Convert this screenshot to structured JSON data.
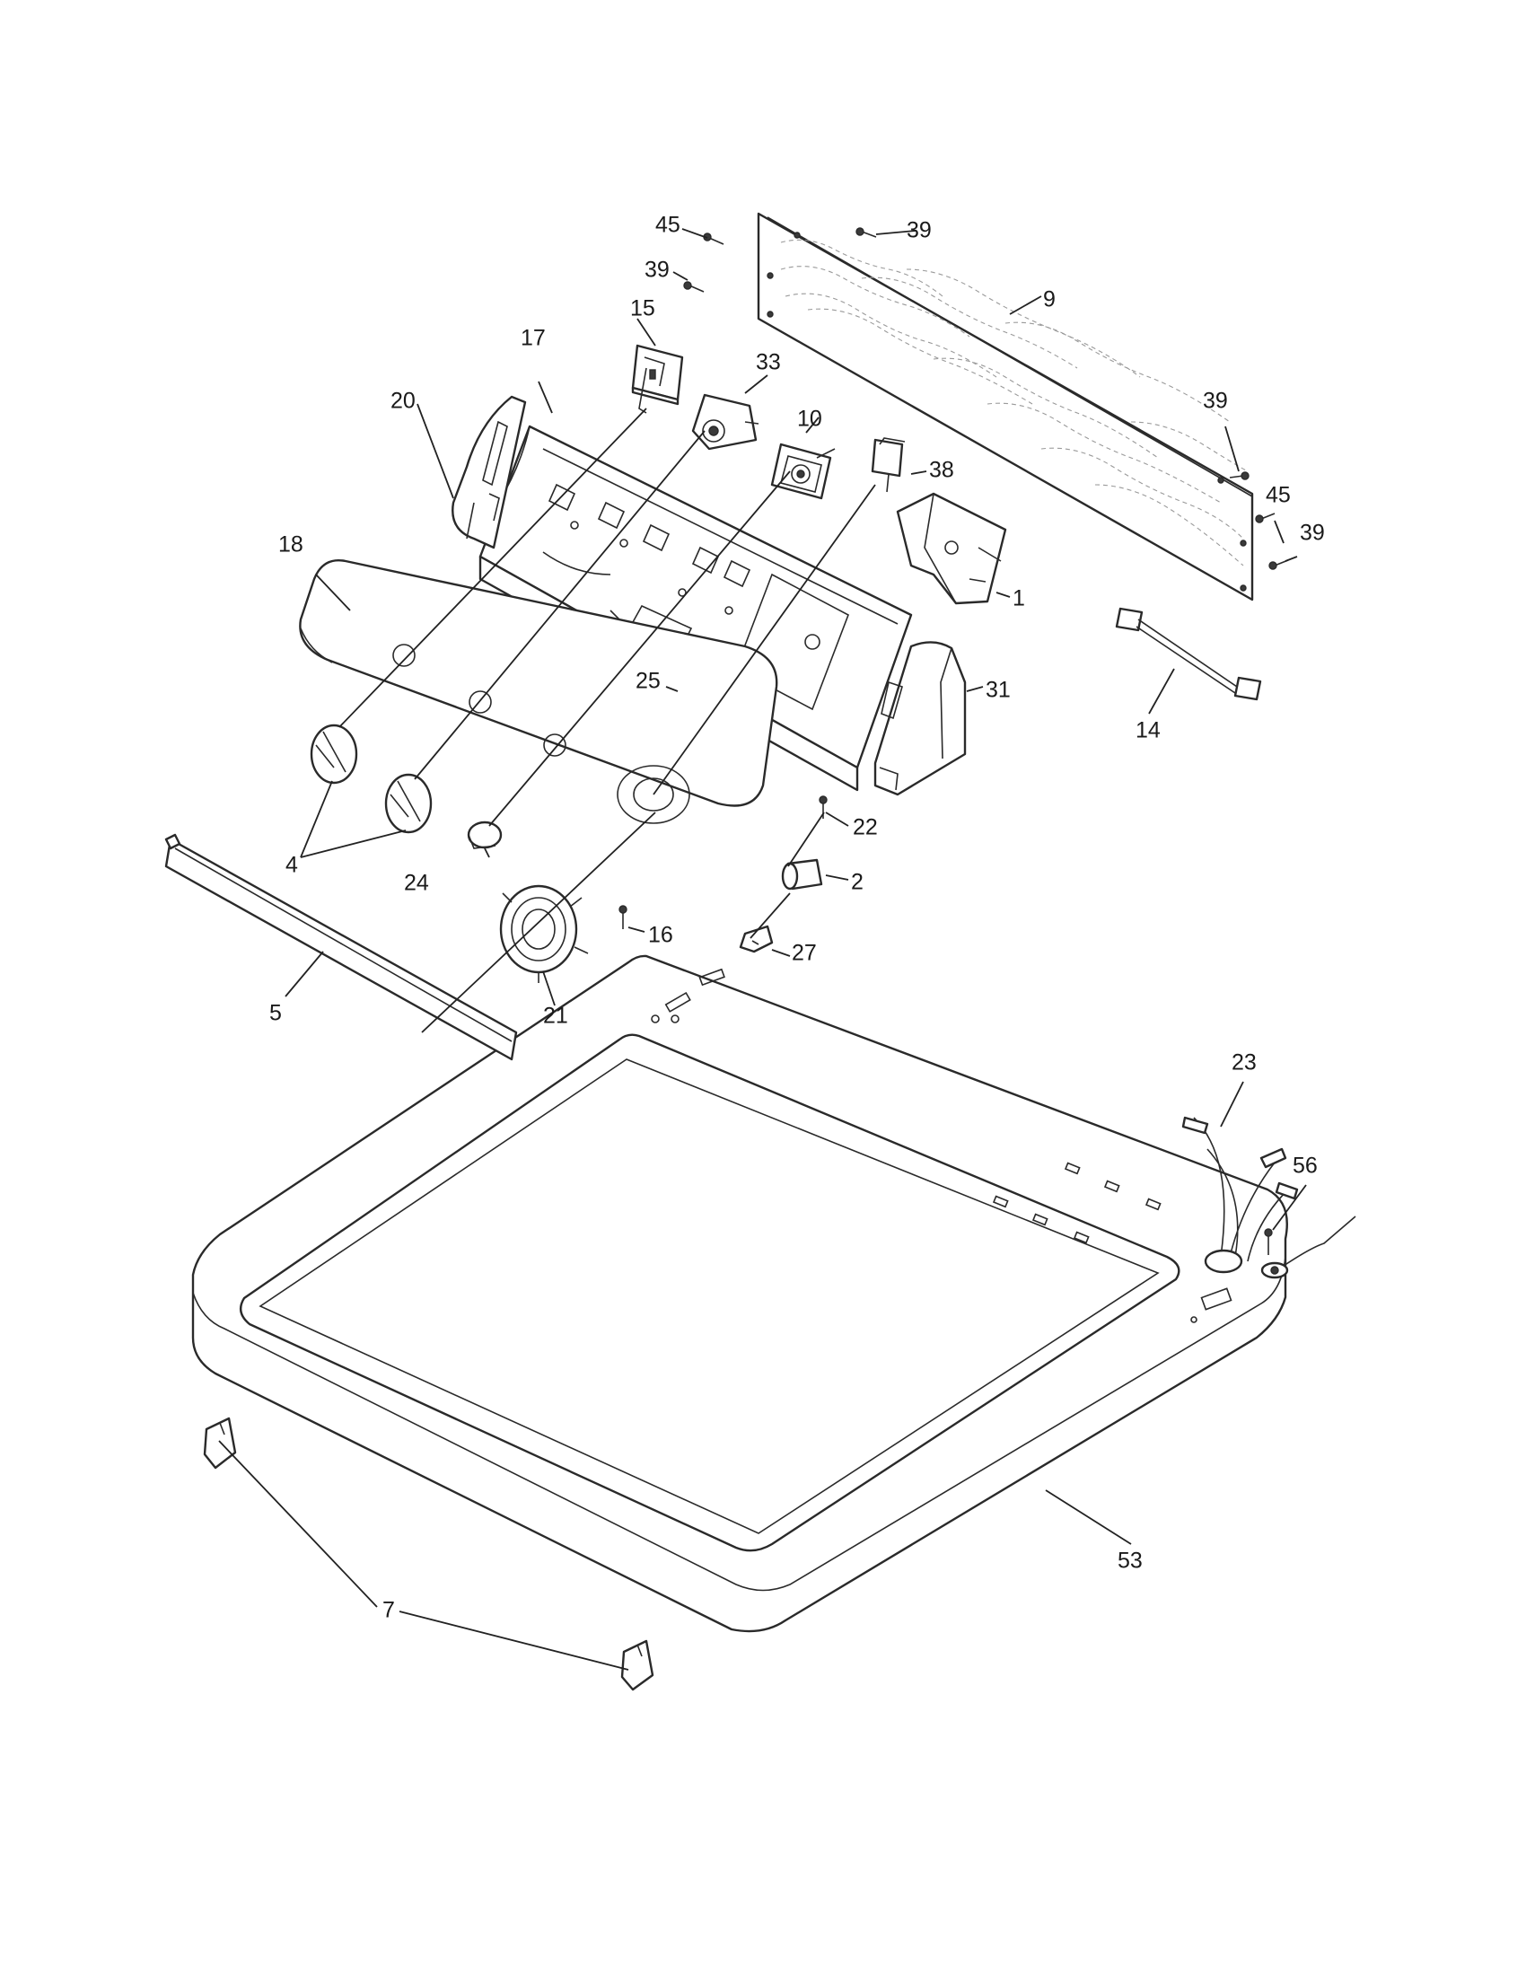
{
  "callouts": {
    "p1": "1",
    "p2": "2",
    "p4": "4",
    "p5": "5",
    "p7": "7",
    "p9": "9",
    "p10": "10",
    "p14": "14",
    "p15": "15",
    "p16": "16",
    "p17": "17",
    "p18": "18",
    "p20": "20",
    "p21": "21",
    "p22": "22",
    "p23": "23",
    "p24": "24",
    "p25": "25",
    "p27": "27",
    "p31": "31",
    "p33": "33",
    "p38": "38",
    "p39a": "39",
    "p39b": "39",
    "p39c": "39",
    "p39d": "39",
    "p45a": "45",
    "p45b": "45",
    "p53": "53",
    "p56": "56"
  },
  "colors": {
    "line": "#2a2a2a",
    "paper": "#ffffff",
    "texture": "#9a9a9a"
  }
}
